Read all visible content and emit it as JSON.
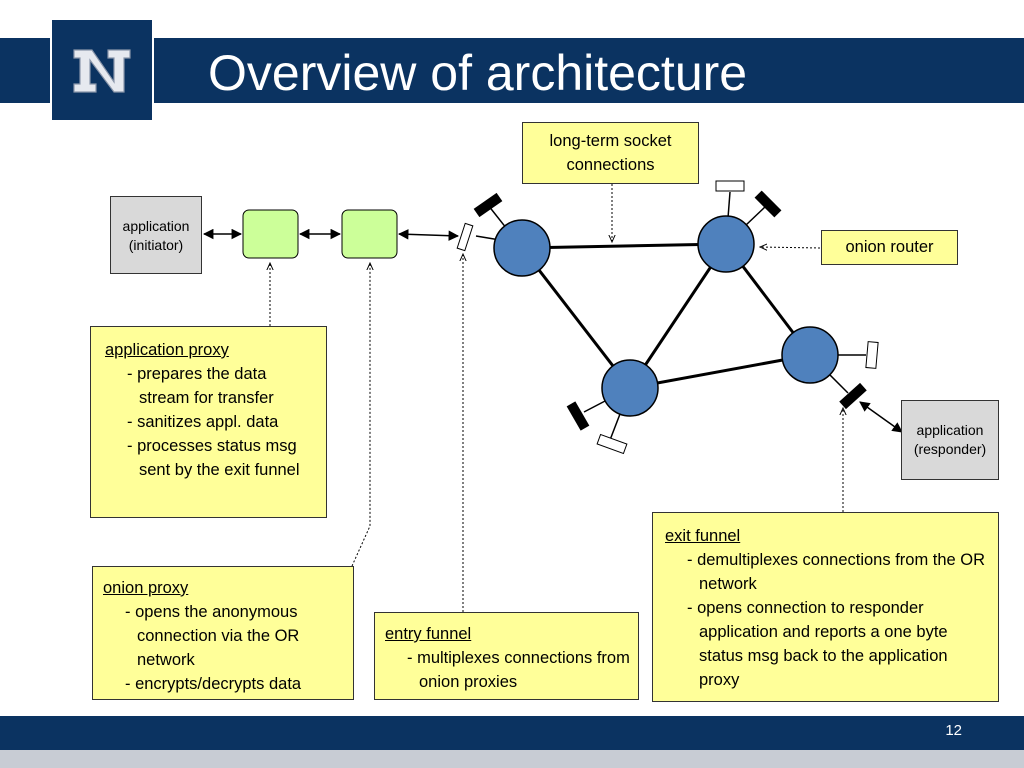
{
  "slide": {
    "title": "Overview of architecture",
    "page_number": "12",
    "logo_icon": "university-n-logo-icon"
  },
  "colors": {
    "navy": "#0b3361",
    "node_blue": "#4f81bd",
    "proxy_green": "#ccff99",
    "callout_yellow": "#ffff99",
    "app_gray": "#d9d9d9"
  },
  "labels": {
    "app_initiator": [
      "application",
      "(initiator)"
    ],
    "app_responder": [
      "application",
      "(responder)"
    ],
    "long_term": [
      "long-term socket",
      "connections"
    ],
    "onion_router": "onion router"
  },
  "app_proxy": {
    "title": "application proxy",
    "items": [
      "- prepares the data stream for transfer",
      "- sanitizes appl. data",
      "- processes status msg sent by the exit funnel"
    ]
  },
  "onion_proxy": {
    "title": "onion proxy",
    "items": [
      "- opens the anonymous connection via the OR network",
      "- encrypts/decrypts data"
    ]
  },
  "entry_funnel": {
    "title": "entry funnel",
    "items": [
      "- multiplexes connections from onion proxies"
    ]
  },
  "exit_funnel": {
    "title": "exit funnel",
    "items": [
      "- demultiplexes connections from the OR network",
      "- opens connection to responder application and reports a one byte status msg back to the application proxy"
    ]
  }
}
